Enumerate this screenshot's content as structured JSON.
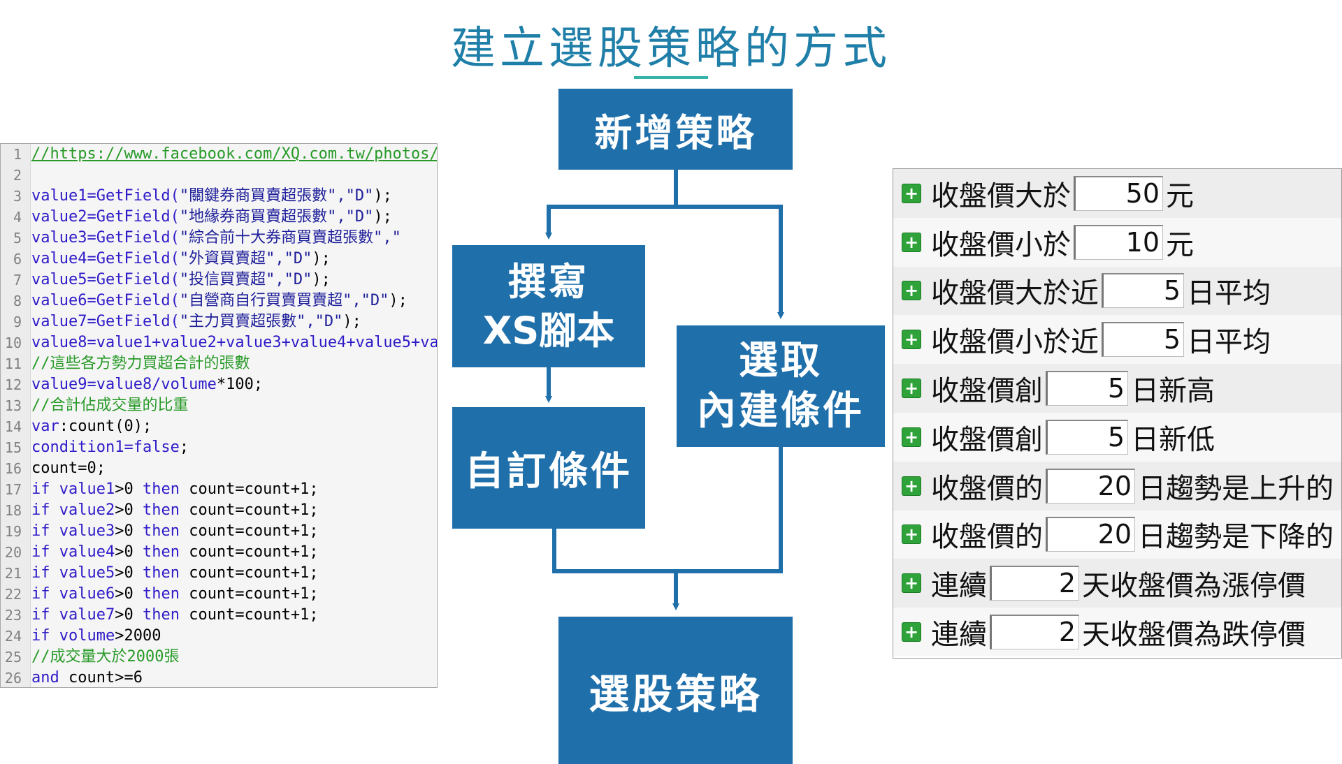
{
  "title": "建立選股策略的方式",
  "code": {
    "lines": [
      {
        "n": "1",
        "segs": [
          {
            "t": "//https://www.facebook.com/XQ.com.tw/photos/",
            "c": "url"
          }
        ]
      },
      {
        "n": "2",
        "segs": []
      },
      {
        "n": "3",
        "segs": [
          {
            "t": "value1=GetField(",
            "c": "kw"
          },
          {
            "t": "\"關鍵券商買賣超張數\",\"D\"",
            "c": "str"
          },
          {
            "t": ");",
            "c": ""
          }
        ]
      },
      {
        "n": "4",
        "segs": [
          {
            "t": "value2=GetField(",
            "c": "kw"
          },
          {
            "t": "\"地緣券商買賣超張數\",\"D\"",
            "c": "str"
          },
          {
            "t": ");",
            "c": ""
          }
        ]
      },
      {
        "n": "5",
        "segs": [
          {
            "t": "value3=GetField(",
            "c": "kw"
          },
          {
            "t": "\"綜合前十大券商買賣超張數\",\"",
            "c": "str"
          }
        ]
      },
      {
        "n": "6",
        "segs": [
          {
            "t": "value4=GetField(",
            "c": "kw"
          },
          {
            "t": "\"外資買賣超\",\"D\"",
            "c": "str"
          },
          {
            "t": ");",
            "c": ""
          }
        ]
      },
      {
        "n": "7",
        "segs": [
          {
            "t": "value5=GetField(",
            "c": "kw"
          },
          {
            "t": "\"投信買賣超\",\"D\"",
            "c": "str"
          },
          {
            "t": ");",
            "c": ""
          }
        ]
      },
      {
        "n": "8",
        "segs": [
          {
            "t": "value6=GetField(",
            "c": "kw"
          },
          {
            "t": "\"自營商自行買賣買賣超\",\"D\"",
            "c": "str"
          },
          {
            "t": ");",
            "c": ""
          }
        ]
      },
      {
        "n": "9",
        "segs": [
          {
            "t": "value7=GetField(",
            "c": "kw"
          },
          {
            "t": "\"主力買賣超張數\",\"D\"",
            "c": "str"
          },
          {
            "t": ");",
            "c": ""
          }
        ]
      },
      {
        "n": "10",
        "segs": [
          {
            "t": "value8=value1+value2+value3+value4+value5+va",
            "c": "kw"
          }
        ]
      },
      {
        "n": "11",
        "segs": [
          {
            "t": "//這些各方勢力買超合計的張數",
            "c": "cmt"
          }
        ]
      },
      {
        "n": "12",
        "segs": [
          {
            "t": "value9=value8/volume",
            "c": "kw"
          },
          {
            "t": "*100;",
            "c": ""
          }
        ]
      },
      {
        "n": "13",
        "segs": [
          {
            "t": "//合計佔成交量的比重",
            "c": "cmt"
          }
        ]
      },
      {
        "n": "14",
        "segs": [
          {
            "t": "var",
            "c": "kw"
          },
          {
            "t": ":count(0);",
            "c": ""
          }
        ]
      },
      {
        "n": "15",
        "segs": [
          {
            "t": "condition1=false",
            "c": "kw"
          },
          {
            "t": ";",
            "c": ""
          }
        ]
      },
      {
        "n": "16",
        "segs": [
          {
            "t": "count=0;",
            "c": ""
          }
        ]
      },
      {
        "n": "17",
        "segs": [
          {
            "t": "if value1",
            "c": "kw"
          },
          {
            "t": ">0 ",
            "c": ""
          },
          {
            "t": "then",
            "c": "kw"
          },
          {
            "t": " count=count+1;",
            "c": ""
          }
        ]
      },
      {
        "n": "18",
        "segs": [
          {
            "t": "if value2",
            "c": "kw"
          },
          {
            "t": ">0 ",
            "c": ""
          },
          {
            "t": "then",
            "c": "kw"
          },
          {
            "t": " count=count+1;",
            "c": ""
          }
        ]
      },
      {
        "n": "19",
        "segs": [
          {
            "t": "if value3",
            "c": "kw"
          },
          {
            "t": ">0 ",
            "c": ""
          },
          {
            "t": "then",
            "c": "kw"
          },
          {
            "t": " count=count+1;",
            "c": ""
          }
        ]
      },
      {
        "n": "20",
        "segs": [
          {
            "t": "if value4",
            "c": "kw"
          },
          {
            "t": ">0 ",
            "c": ""
          },
          {
            "t": "then",
            "c": "kw"
          },
          {
            "t": " count=count+1;",
            "c": ""
          }
        ]
      },
      {
        "n": "21",
        "segs": [
          {
            "t": "if value5",
            "c": "kw"
          },
          {
            "t": ">0 ",
            "c": ""
          },
          {
            "t": "then",
            "c": "kw"
          },
          {
            "t": " count=count+1;",
            "c": ""
          }
        ]
      },
      {
        "n": "22",
        "segs": [
          {
            "t": "if value6",
            "c": "kw"
          },
          {
            "t": ">0 ",
            "c": ""
          },
          {
            "t": "then",
            "c": "kw"
          },
          {
            "t": " count=count+1;",
            "c": ""
          }
        ]
      },
      {
        "n": "23",
        "segs": [
          {
            "t": "if value7",
            "c": "kw"
          },
          {
            "t": ">0 ",
            "c": ""
          },
          {
            "t": "then",
            "c": "kw"
          },
          {
            "t": " count=count+1;",
            "c": ""
          }
        ]
      },
      {
        "n": "24",
        "segs": [
          {
            "t": "if volume",
            "c": "kw"
          },
          {
            "t": ">2000",
            "c": ""
          }
        ]
      },
      {
        "n": "25",
        "segs": [
          {
            "t": "//成交量大於2000張",
            "c": "cmt"
          }
        ]
      },
      {
        "n": "26",
        "segs": [
          {
            "t": "and",
            "c": "kw"
          },
          {
            "t": " count>=6",
            "c": ""
          }
        ]
      }
    ]
  },
  "flow": {
    "add_strategy": "新增策略",
    "write_script_line1": "撰寫",
    "write_script_line2": "XS腳本",
    "custom_condition": "自訂條件",
    "builtin_line1": "選取",
    "builtin_line2": "內建條件",
    "stock_strategy": "選股策略"
  },
  "conditions": [
    {
      "pre": "收盤價大於",
      "value": "50",
      "post": "元"
    },
    {
      "pre": "收盤價小於",
      "value": "10",
      "post": "元"
    },
    {
      "pre": "收盤價大於近",
      "value": "5",
      "post": "日平均"
    },
    {
      "pre": "收盤價小於近",
      "value": "5",
      "post": "日平均"
    },
    {
      "pre": "收盤價創",
      "value": "5",
      "post": "日新高"
    },
    {
      "pre": "收盤價創",
      "value": "5",
      "post": "日新低"
    },
    {
      "pre": "收盤價的",
      "value": "20",
      "post": "日趨勢是上升的"
    },
    {
      "pre": "收盤價的",
      "value": "20",
      "post": "日趨勢是下降的"
    },
    {
      "pre": "連續",
      "value": "2",
      "post": "天收盤價為漲停價"
    },
    {
      "pre": "連續",
      "value": "2",
      "post": "天收盤價為跌停價"
    }
  ],
  "colors": {
    "box": "#1f6fab",
    "title": "#1f7fa8",
    "accent_line": "#36b3a7",
    "plus": "#2fa33a"
  },
  "icons": {
    "condition_add": "plus-icon"
  }
}
